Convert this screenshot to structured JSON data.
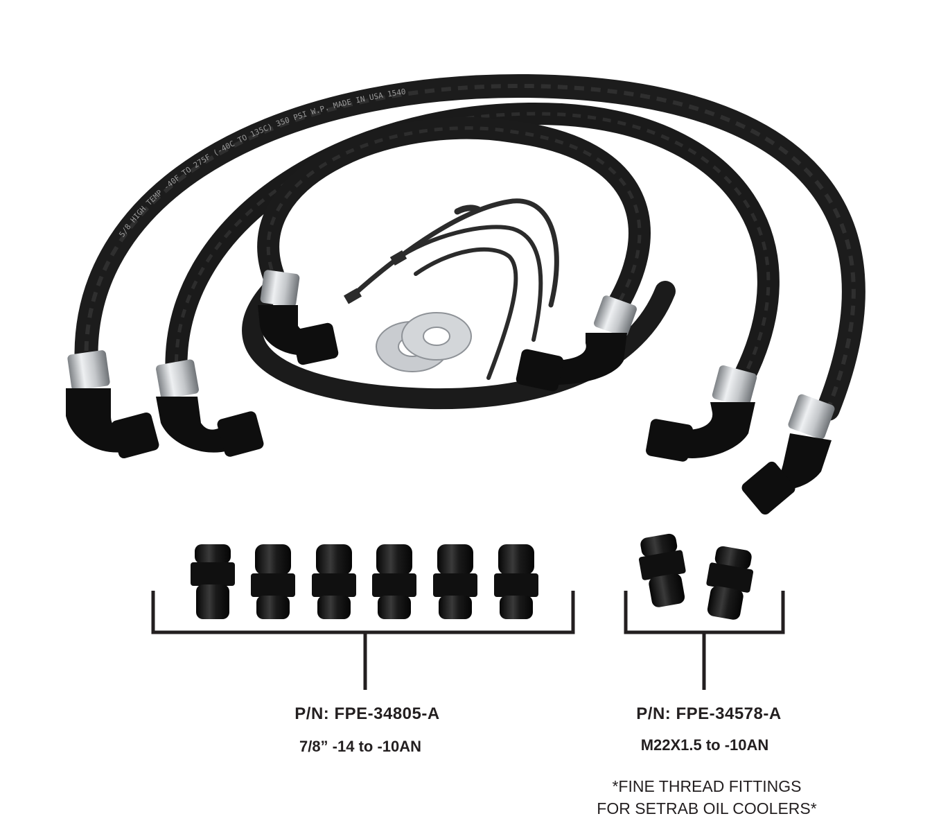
{
  "hose_print": "5/8 HIGH TEMP -40F TO 275F (-40C TO 135C) 350 PSI W.P. MADE IN USA 1540",
  "groups": [
    {
      "part_number": "P/N: FPE-34805-A",
      "description": "7/8” -14 to -10AN",
      "fitting_count": 6
    },
    {
      "part_number": "P/N: FPE-34578-A",
      "description": "M22X1.5 to -10AN",
      "fitting_count": 2
    }
  ],
  "note": {
    "line1": "*FINE THREAD FITTINGS",
    "line2": "FOR SETRAB OIL COOLERS*"
  },
  "colors": {
    "hose": "#1c1c1c",
    "fitting": "#111111",
    "ferrule": "#b9bcbf",
    "washer": "#c9ccd0",
    "bracket": "#231f20"
  }
}
